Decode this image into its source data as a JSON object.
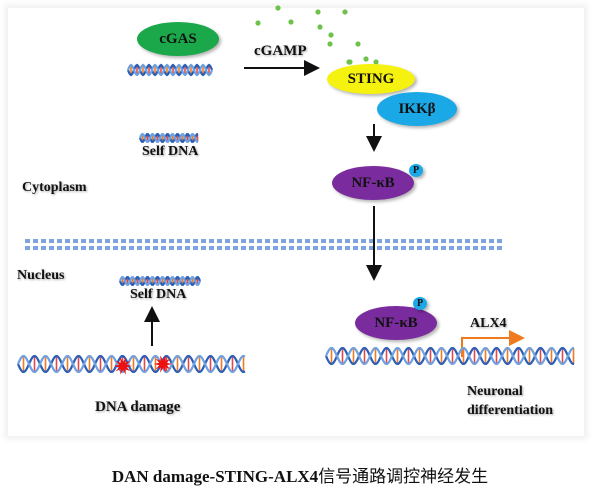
{
  "diagram": {
    "compartments": {
      "cytoplasm": "Cytoplasm",
      "nucleus": "Nucleus"
    },
    "molecules": {
      "cgas": {
        "label": "cGAS",
        "color": "#1aa84a"
      },
      "sting": {
        "label": "STING",
        "color": "#f5f20f"
      },
      "ikkb": {
        "label": "IKKβ",
        "color": "#1aa9e6"
      },
      "nfkb_cyto": {
        "label": "NF-κB",
        "color": "#7a2c9e"
      },
      "nfkb_nuc": {
        "label": "NF-κB",
        "color": "#7a2c9e"
      },
      "phospho": {
        "label": "P",
        "color": "#1aa9e6"
      }
    },
    "labels": {
      "cgamp": "cGAMP",
      "self_dna_cyto": "Self DNA",
      "self_dna_nuc": "Self DNA",
      "alx4": "ALX4",
      "dna_damage": "DNA damage",
      "neuronal": "Neuronal",
      "differentiation": "differentiation"
    },
    "colors": {
      "membrane": "#7fa3e0",
      "cgamp_dots": "#6cc24a",
      "damage": "#ee1111",
      "promoter_arrow": "#f07a20",
      "dna_strand": "#2a5fb8"
    }
  },
  "caption": {
    "latin": "DAN damage-STING-ALX4",
    "cn": "信号通路调控神经发生"
  }
}
